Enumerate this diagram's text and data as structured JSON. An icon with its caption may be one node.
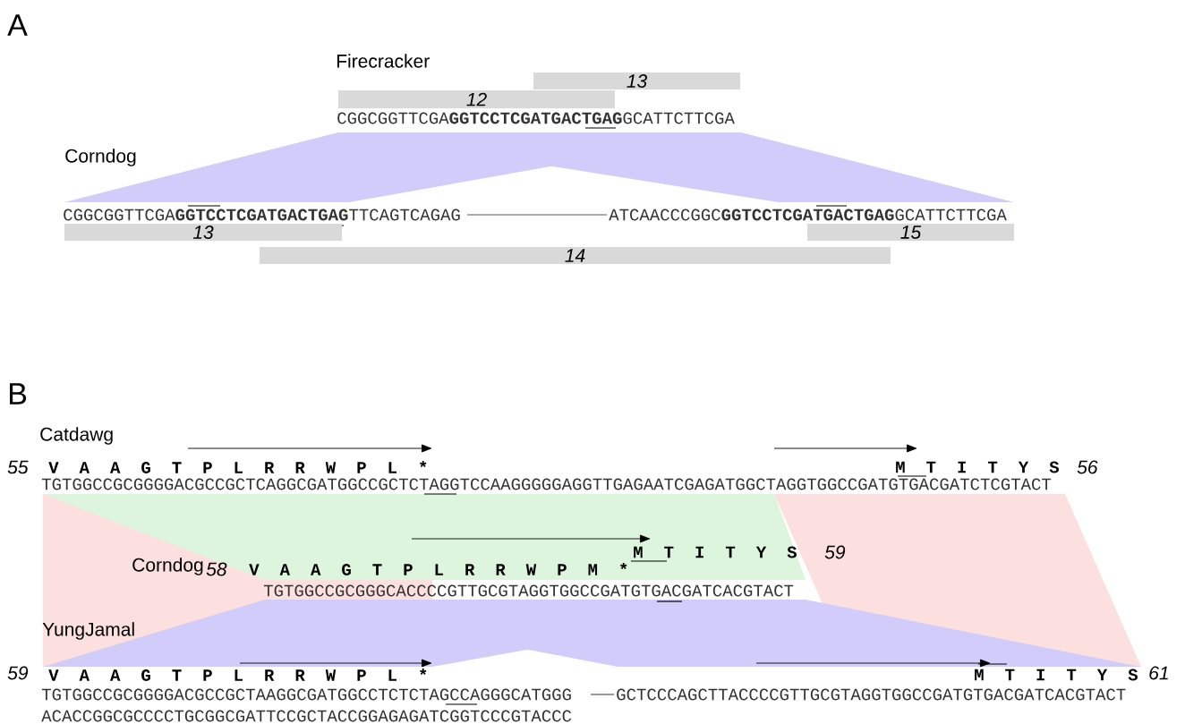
{
  "diagram": {
    "nodes": [
      {
        "text": [
          "13"
        ]
      },
      {
        "text": [
          "12"
        ]
      },
      {
        "text": [
          "13"
        ]
      },
      {
        "text": [
          "15"
        ]
      },
      {
        "text": [
          "14"
        ]
      }
    ],
    "labels": [
      "A",
      "Firecracker",
      "CGGCGGTTCGA**GGTCCTCGATGACTGAG**GCATTCTTCGA",
      "Corndog",
      "CGGCGGTTCGA**GGTCCTCGATGACTGAG**TTCAGTCAGAG",
      "ATCAACCCGGC**GGTCCTCGATGACTGAG**GCATTCTTCGA",
      "B",
      "Catdawg",
      "55",
      "V A A G T P L R R W P L *",
      "M T I T Y S",
      "56",
      "TGTGGCCGCGGGGACGCCGCTCAGGCGATGGCCGCTCTAGGTCCAAGGGGGAGGTTGAGAATCGAGATGGCTAGGTGGCCGATGTGACGATCTCGTACT",
      "M T I T Y S",
      "59",
      "Corndog",
      "58",
      "V A A G T P L R R W P M *",
      "TGTGGCCGCGGGCACCCCGTTGCGTAGGTGGCCGATGTGACGATCACGTACT",
      "YungJamal",
      "59",
      "V A A G T P L R R W P L *",
      "M T I T Y S",
      "61",
      "TGTGGCCGCGGGGACGCCGCTAAGGCGATGGCCTCTCTAGCCAGGGCATGGG",
      "GCTCCCAGCTTACCCCGTTGCGTAGGTGGCCGATGTGACGATCACGTACT",
      "ACACCGGCGCCCCTGCGGCGATTCCGCTACCGGAGAGATCGGTCCCGTACCC"
    ]
  }
}
